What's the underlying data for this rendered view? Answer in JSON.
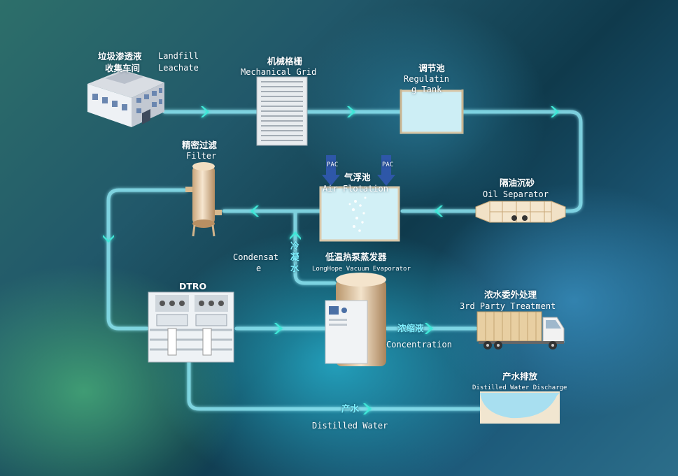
{
  "nodes": {
    "landfill": {
      "zh": "垃圾渗透液",
      "en": "Landfill",
      "zh2": "收集车间",
      "en2": "Leachate"
    },
    "grid": {
      "zh": "机械格栅",
      "en": "Mechanical Grid"
    },
    "regulating": {
      "zh": "调节池",
      "en": "Regulatin",
      "en2": "g Tank"
    },
    "filter": {
      "zh": "精密过滤",
      "en": "Filter"
    },
    "flotation": {
      "zh": "气浮池",
      "en": "Air Flotation",
      "pac": "PAC"
    },
    "oil": {
      "zh": "隔油沉砂",
      "en": "Oil Separator"
    },
    "condensate": {
      "en": "Condensat",
      "en2": "e",
      "zh1": "冷",
      "zh2": "凝",
      "zh3": "水"
    },
    "evaporator": {
      "zh": "低温热泵蒸发器",
      "en": "LongHope Vacuum Evaporator"
    },
    "dtro": {
      "en": "DTRO"
    },
    "third_party": {
      "zh": "浓水委外处理",
      "en": "3rd Party Treatment"
    },
    "concentration": {
      "zh": "浓缩液",
      "en": "Concentration"
    },
    "discharge": {
      "zh": "产水排放",
      "en": "Distilled Water Discharge"
    },
    "distilled": {
      "zh": "产水",
      "en": "Distilled Water"
    }
  },
  "colors": {
    "pipe": "#7fe3f2",
    "arrow": "#33e0d0",
    "glow": "#bff6ff"
  }
}
